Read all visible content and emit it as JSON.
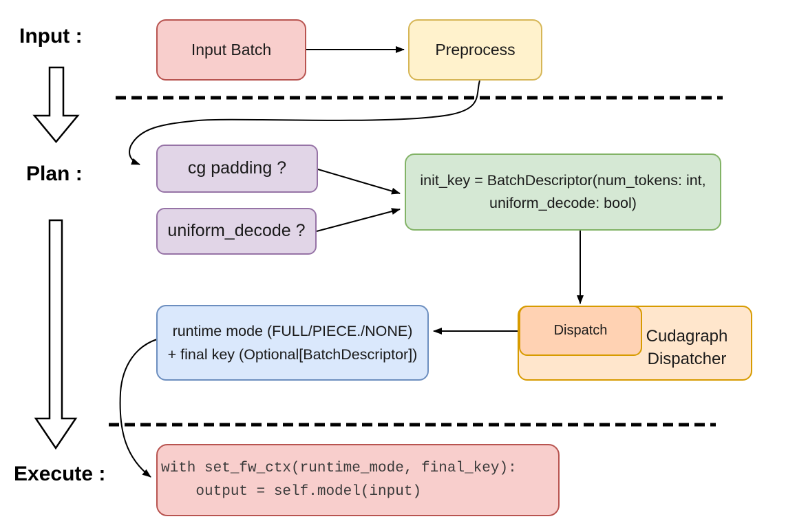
{
  "diagram": {
    "title_hint": "Cudagraph dispatch flow: input, plan, execute stages",
    "stage_labels": {
      "input": "Input :",
      "plan": "Plan :",
      "execute": "Execute :"
    },
    "nodes": {
      "input_batch": {
        "label": "Input Batch",
        "fill": "#f8cecc",
        "stroke": "#b85450"
      },
      "preprocess": {
        "label": "Preprocess",
        "fill": "#fff2cc",
        "stroke": "#d6b656"
      },
      "cg_padding": {
        "label": "cg padding ?",
        "fill": "#e1d5e7",
        "stroke": "#9673a6"
      },
      "uniform_decode": {
        "label": "uniform_decode ?",
        "fill": "#e1d5e7",
        "stroke": "#9673a6"
      },
      "init_key": {
        "line1": "init_key = BatchDescriptor(num_tokens: int,",
        "line2": "uniform_decode: bool)",
        "fill": "#d5e8d4",
        "stroke": "#82b366"
      },
      "runtime_mode": {
        "line1": "runtime mode (FULL/PIECE./NONE)",
        "line2": "+ final key (Optional[BatchDescriptor])",
        "fill": "#dae8fc",
        "stroke": "#6c8ebf"
      },
      "dispatch": {
        "label": "Dispatch",
        "fill": "#ffd2b3",
        "stroke": "#d79b00"
      },
      "cudagraph_dispatcher": {
        "line1": "Cudagraph",
        "line2": "Dispatcher",
        "fill": "#ffe6cc",
        "stroke": "#d79b00"
      },
      "execute_code": {
        "line1": "with set_fw_ctx(runtime_mode, final_key):",
        "line2": "    output = self.model(input)",
        "fill": "#f8cecc",
        "stroke": "#b85450"
      }
    },
    "colors": {
      "arrow": "#000000",
      "separator": "#000000",
      "label_text": "#000000",
      "code_text": "#3a3a3a"
    }
  }
}
